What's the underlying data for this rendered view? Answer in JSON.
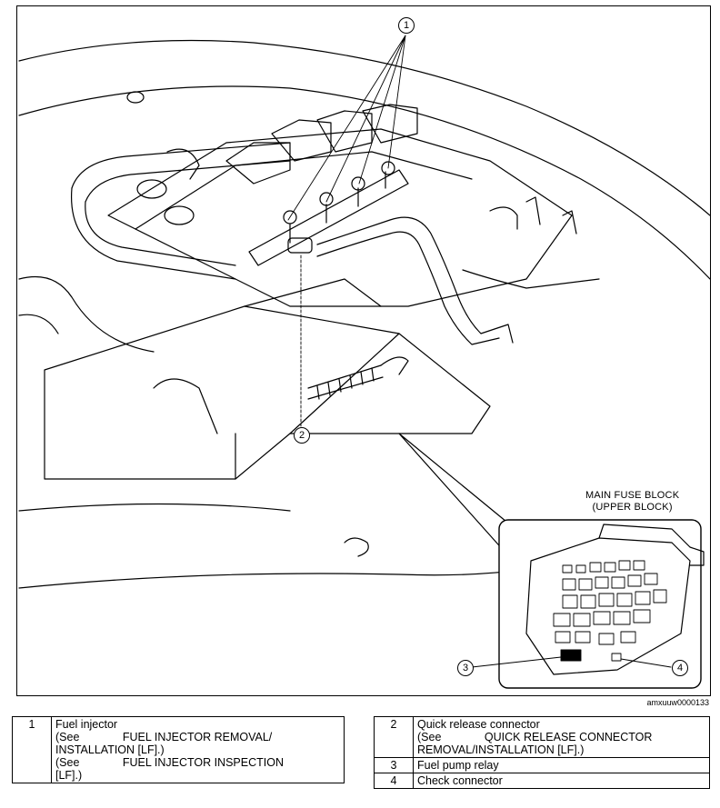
{
  "callouts": {
    "c1": "1",
    "c2": "2",
    "c3": "3",
    "c4": "4"
  },
  "fuse_block": {
    "title_line1": "MAIN FUSE BLOCK",
    "title_line2": "(UPPER BLOCK)"
  },
  "image_code": "amxuuw0000133",
  "legend_left": [
    {
      "num": "1",
      "name": "Fuel injector",
      "ref1_see": "(See",
      "ref1_title": "FUEL INJECTOR REMOVAL/",
      "ref1_cont": "INSTALLATION [LF].)",
      "ref2_see": "(See",
      "ref2_title": "FUEL INJECTOR INSPECTION",
      "ref2_cont": "[LF].)"
    }
  ],
  "legend_right": [
    {
      "num": "2",
      "name": "Quick release connector",
      "ref_see": "(See",
      "ref_title": "QUICK RELEASE CONNECTOR",
      "ref_cont": "REMOVAL/INSTALLATION [LF].)"
    },
    {
      "num": "3",
      "name": "Fuel pump relay"
    },
    {
      "num": "4",
      "name": "Check connector"
    }
  ]
}
